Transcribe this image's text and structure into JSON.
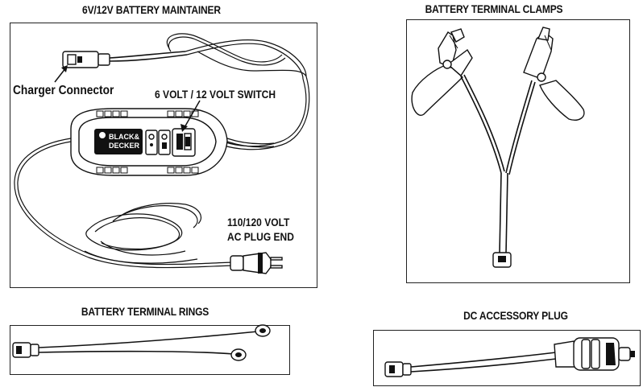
{
  "panels": {
    "maintainer": {
      "title": "6V/12V BATTERY MAINTAINER",
      "labels": {
        "charger_connector": "Charger Connector",
        "switch": "6 VOLT / 12 VOLT SWITCH",
        "ac_plug_line1": "110/120 VOLT",
        "ac_plug_line2": "AC PLUG END"
      },
      "logo_text_1": "BLACK&",
      "logo_text_2": "DECKER"
    },
    "clamps": {
      "title": "BATTERY TERMINAL CLAMPS"
    },
    "rings": {
      "title": "BATTERY TERMINAL RINGS"
    },
    "dc_plug": {
      "title": "DC ACCESSORY PLUG"
    }
  },
  "icons": [
    "charger-connector-icon",
    "battery-maintainer-icon",
    "ac-plug-icon",
    "terminal-clamp-icon",
    "terminal-ring-icon",
    "dc-accessory-plug-icon"
  ]
}
